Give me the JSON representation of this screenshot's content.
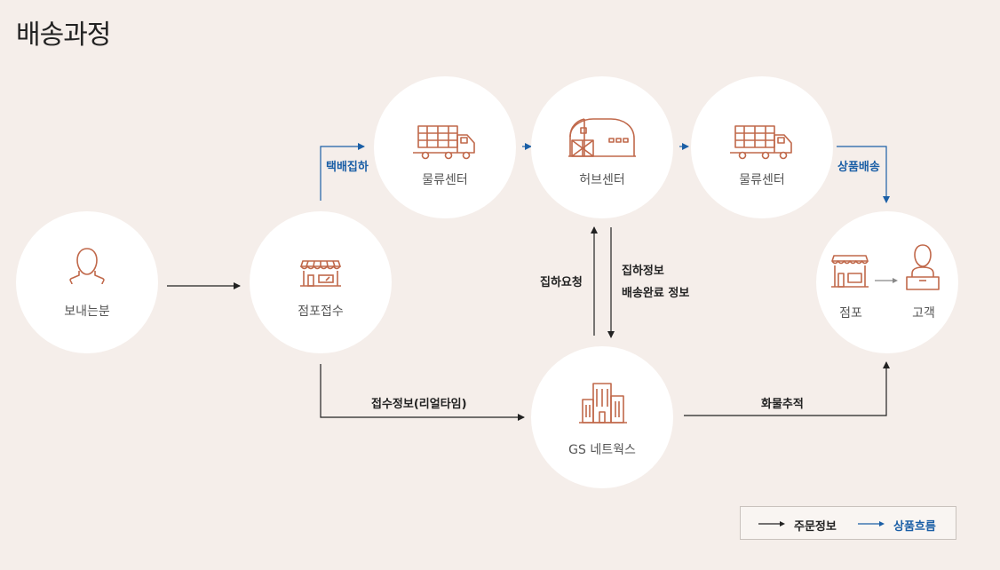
{
  "title": "배송과정",
  "nodes": {
    "sender": "보내는분",
    "store_receipt": "점포접수",
    "logistics_center_1": "물류센터",
    "hub_center": "허브센터",
    "logistics_center_2": "물류센터",
    "gs_network": "GS 네트웍스",
    "store": "점포",
    "customer": "고객"
  },
  "edges": {
    "pickup": "택배집하",
    "product_delivery": "상품배송",
    "pickup_request": "집하요청",
    "pickup_info": "집하정보",
    "delivery_complete_info": "배송완료 정보",
    "receipt_info": "접수정보(리얼타임)",
    "cargo_tracking": "화물추적"
  },
  "legend": {
    "order_info": "주문정보",
    "product_flow": "상품흐름"
  },
  "colors": {
    "background": "#f5eeea",
    "icon": "#c0684a",
    "order_flow": "#222222",
    "product_flow": "#1b5fa6"
  }
}
